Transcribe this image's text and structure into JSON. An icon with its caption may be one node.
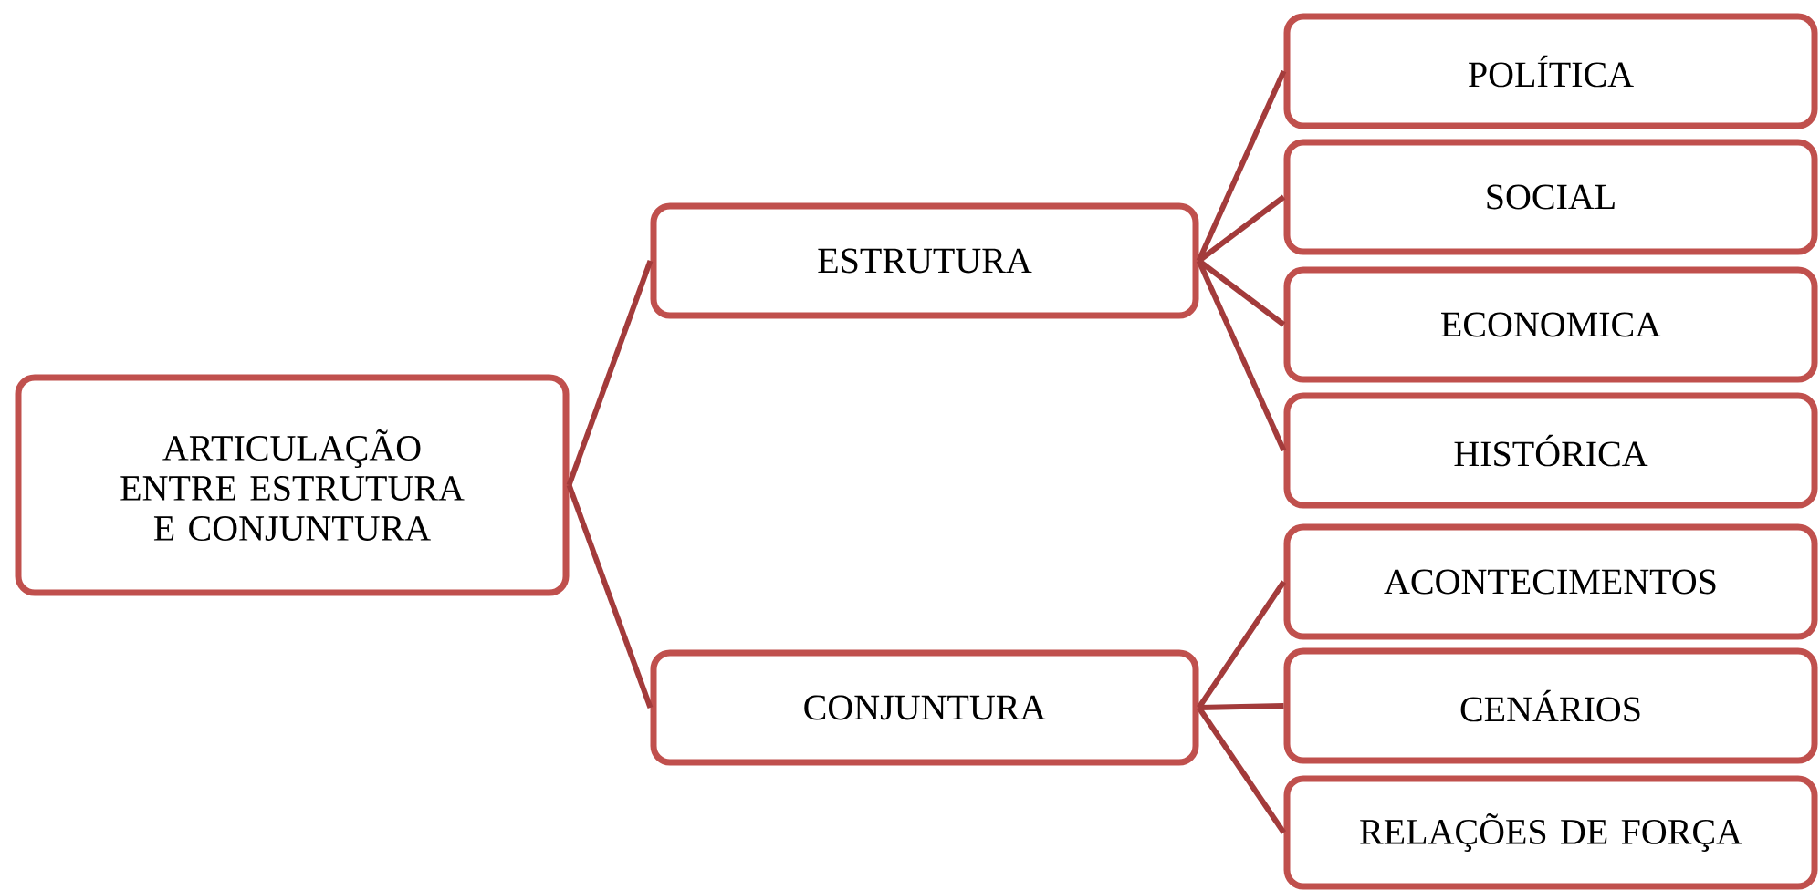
{
  "diagram": {
    "nodes": [
      {
        "text": [
          "ARTICULAÇÃO ENTRE ESTRUTURA E CONJUNTURA"
        ]
      },
      {
        "text": [
          "ESTRUTURA"
        ]
      },
      {
        "text": [
          "CONJUNTURA"
        ]
      },
      {
        "text": [
          "POLÍTICA"
        ]
      },
      {
        "text": [
          "SOCIAL"
        ]
      },
      {
        "text": [
          "ECONOMICA"
        ]
      },
      {
        "text": [
          "HISTÓRICA"
        ]
      },
      {
        "text": [
          "ACONTECIMENTOS"
        ]
      },
      {
        "text": [
          "CENÁRIOS"
        ]
      },
      {
        "text": [
          "RELAÇÕES DE FORÇA"
        ]
      }
    ],
    "edges": [
      {
        "from": 0,
        "to": 1,
        "arrow": "none"
      },
      {
        "from": 0,
        "to": 2,
        "arrow": "none"
      },
      {
        "from": 1,
        "to": 3,
        "arrow": "none"
      },
      {
        "from": 1,
        "to": 4,
        "arrow": "none"
      },
      {
        "from": 1,
        "to": 5,
        "arrow": "none"
      },
      {
        "from": 1,
        "to": 6,
        "arrow": "none"
      },
      {
        "from": 2,
        "to": 7,
        "arrow": "none"
      },
      {
        "from": 2,
        "to": 8,
        "arrow": "none"
      },
      {
        "from": 2,
        "to": 9,
        "arrow": "none"
      }
    ]
  }
}
